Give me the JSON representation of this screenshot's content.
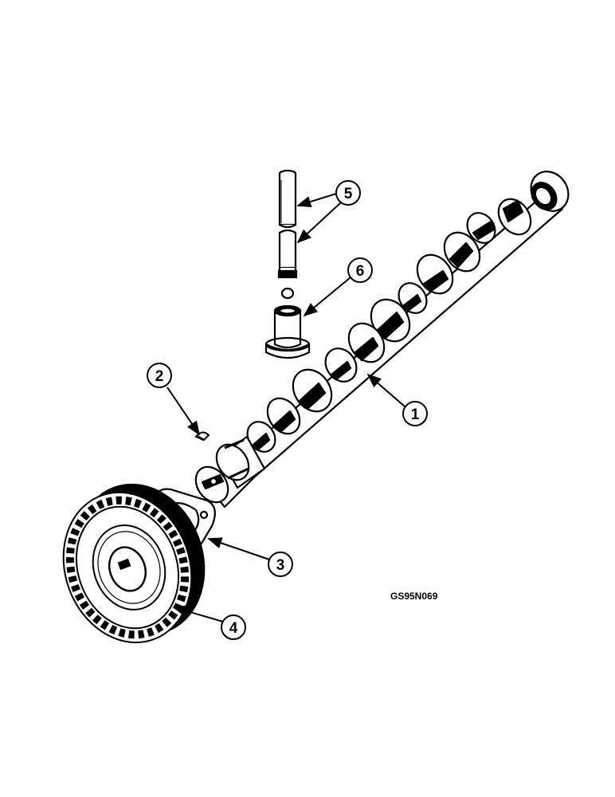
{
  "figure": {
    "code": "GS95N069",
    "callouts": [
      {
        "id": "1",
        "label": "1"
      },
      {
        "id": "2",
        "label": "2"
      },
      {
        "id": "3",
        "label": "3"
      },
      {
        "id": "4",
        "label": "4"
      },
      {
        "id": "5",
        "label": "5"
      },
      {
        "id": "6",
        "label": "6"
      }
    ]
  }
}
